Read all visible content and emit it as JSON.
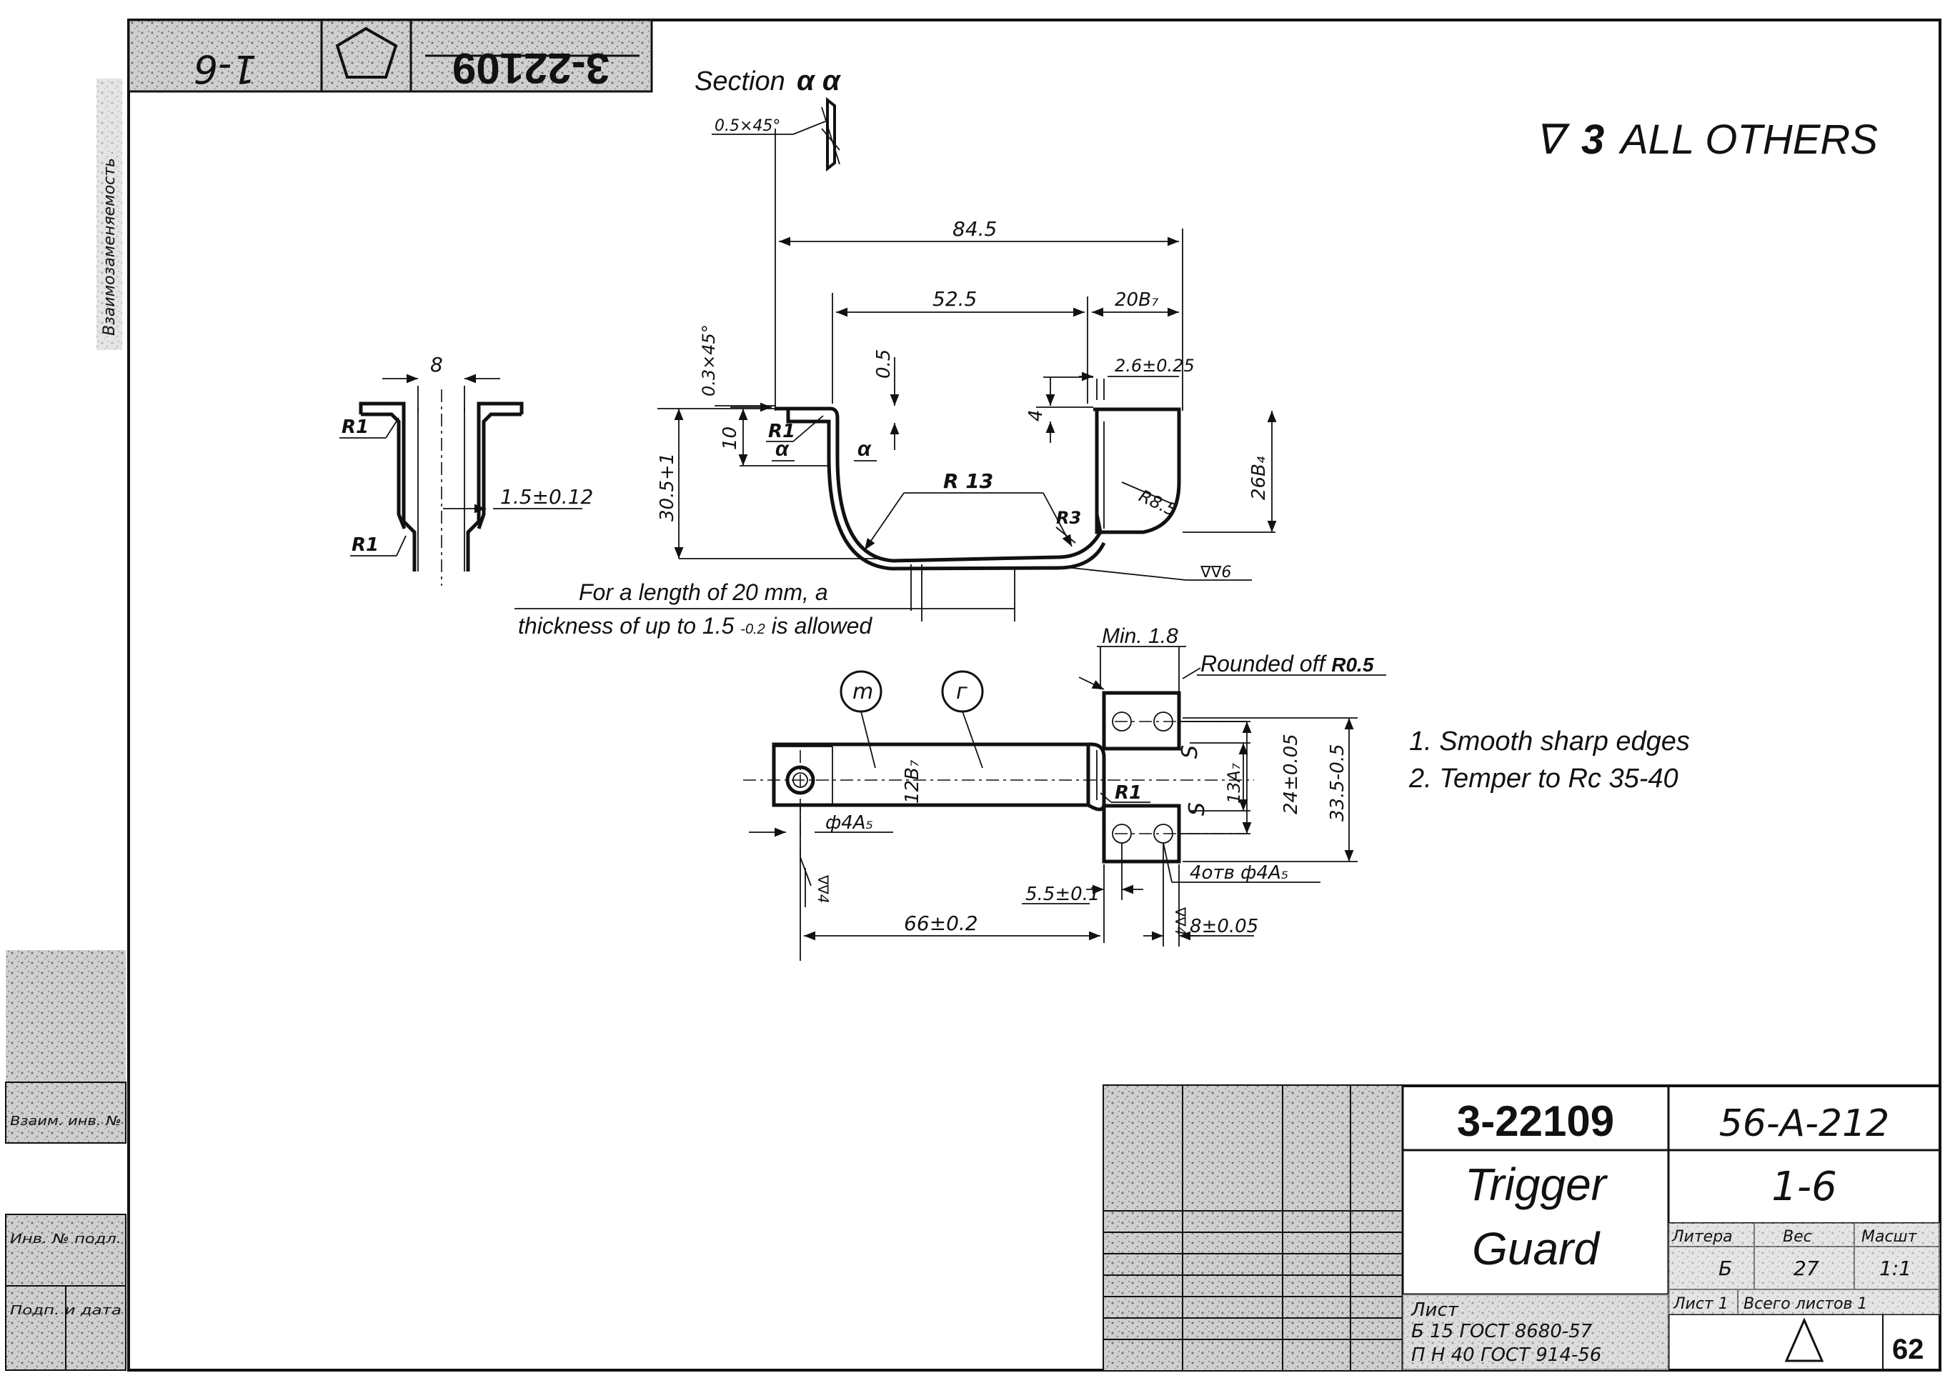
{
  "corner_stamp": {
    "left": "1-6",
    "right": "3-22109"
  },
  "side_strip_text": "Взаимозаменяемость",
  "surface_finish_note": {
    "symbol": "∇",
    "value": "3",
    "text": "ALL OTHERS"
  },
  "section_view": {
    "title": "Section",
    "title_letters": "α α",
    "chamfer": "0.5×45°"
  },
  "side_view": {
    "dim_width": "8",
    "r1_top": "R1",
    "r1_bottom": "R1",
    "thickness": "1.5±0.12"
  },
  "front_view": {
    "dim_overall": "84.5",
    "dim_inner": "52.5",
    "dim_right": "20В₇",
    "dim_chamfer": "0.3×45°",
    "dim_05": "0.5",
    "dim_26": "2.6±0.25",
    "dim_4": "4",
    "dim_10": "10",
    "r1": "R1",
    "alpha_left": "α",
    "alpha_right": "α",
    "dim_height": "30.5+1",
    "r13": "R 13",
    "r3": "R3",
    "r85": "R8.5",
    "dim_268": "26В₄",
    "finish": "∇∇6",
    "note_line1": "For a length of 20 mm, a",
    "note_line2_main": "thickness of up to 1.5",
    "note_line2_sub": "-0.2",
    "note_line2_end": "is allowed"
  },
  "plan_view": {
    "balloon_m": "m",
    "balloon_g": "г",
    "min": "Min. 1.8",
    "rounded_main": "Rounded off",
    "rounded_value": "R0.5",
    "dim_128": "12В₇",
    "dim_13": "13А₇",
    "dim_24": "24±0.05",
    "dim_335": "33.5-0.5",
    "r1": "R1",
    "hole_left": "ф4А₅",
    "finish_left": "∇∇4",
    "holes_right": "4отв  ф4А₅",
    "dim_55": "5.5±0.1",
    "finish_mid": "∇∇4",
    "dim_8": "8±0.05",
    "dim_66": "66±0.2",
    "s_marks": [
      "S",
      "S"
    ]
  },
  "notes": [
    "1. Smooth sharp edges",
    "2. Temper to Rc 35-40"
  ],
  "title_block": {
    "number": "3-22109",
    "name_line1": "Trigger",
    "name_line2": "Guard",
    "code": "56-А-212",
    "sheet_ref": "1-6",
    "header_litera": "Литера",
    "header_weight": "Вес",
    "header_scale": "Масшт",
    "litera": "Б",
    "weight": "27",
    "scale": "1:1",
    "sheet_label": "Лист 1",
    "sheets_label": "Всего листов 1",
    "material_label": "Лист",
    "material_line1": "Б 15  ГОСТ 8680-57",
    "material_line2": "П Н 40  ГОСТ 914-56",
    "page_number": "62"
  },
  "left_strip_labels": [
    "Взаим. инв. №",
    "Инв. № подл.",
    "Подп. и дата"
  ]
}
